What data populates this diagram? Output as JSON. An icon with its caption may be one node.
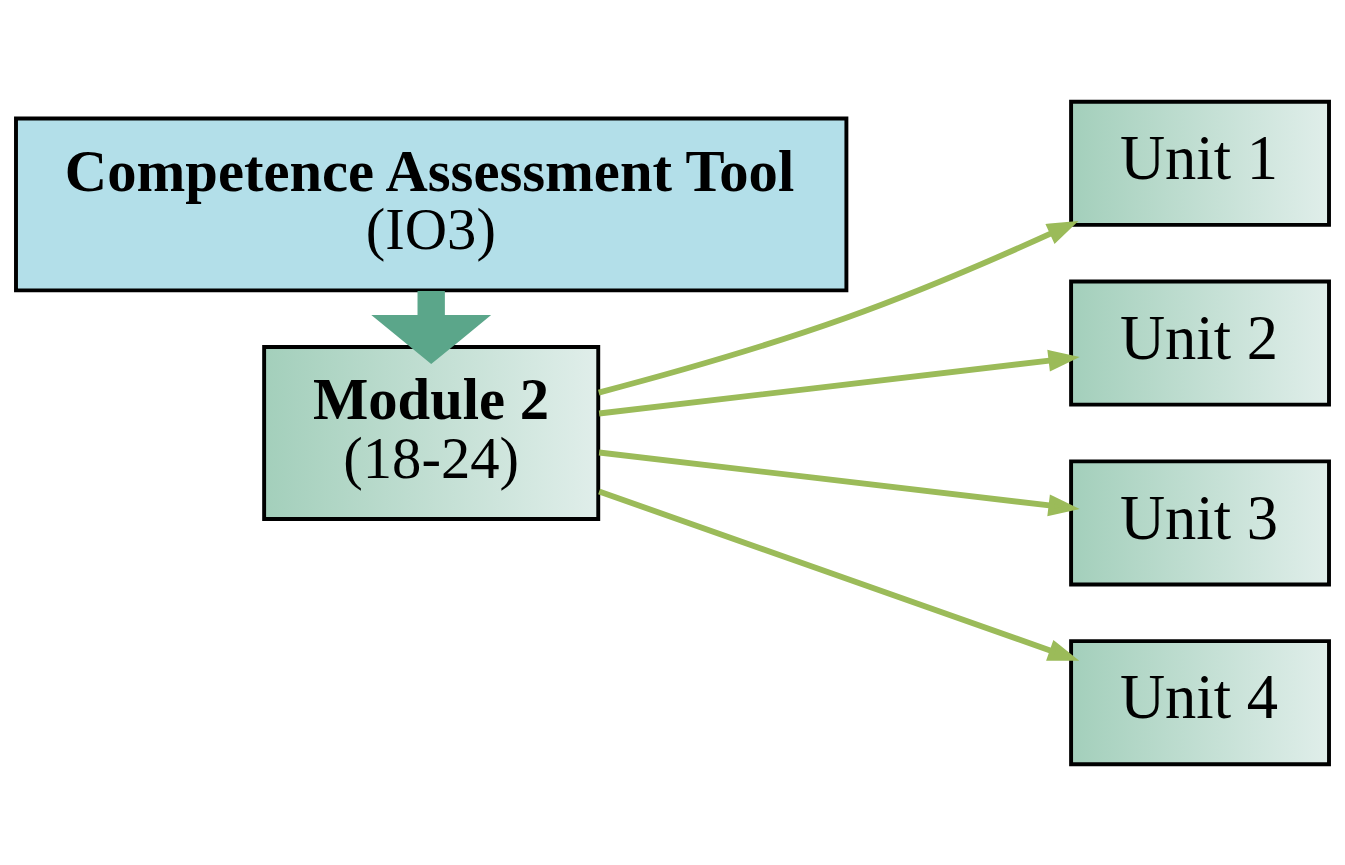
{
  "diagram": {
    "nodes": [
      {
        "text": [
          "Module 2",
          "(18-24)"
        ]
      },
      {
        "text": [
          "Competence Assessment Tool",
          "(IO3)"
        ]
      },
      {
        "text": [
          "Unit 1"
        ]
      },
      {
        "text": [
          "Unit 2"
        ]
      },
      {
        "text": [
          "Unit 3"
        ]
      },
      {
        "text": [
          "Unit 4"
        ]
      }
    ],
    "edges": [
      {
        "from": 1,
        "to": 0,
        "arrow": "to",
        "style": "thick",
        "color": "#5ba68a"
      },
      {
        "from": 0,
        "to": 2,
        "arrow": "to"
      },
      {
        "from": 0,
        "to": 3,
        "arrow": "to"
      },
      {
        "from": 0,
        "to": 4,
        "arrow": "to"
      },
      {
        "from": 0,
        "to": 5,
        "arrow": "to"
      }
    ]
  }
}
